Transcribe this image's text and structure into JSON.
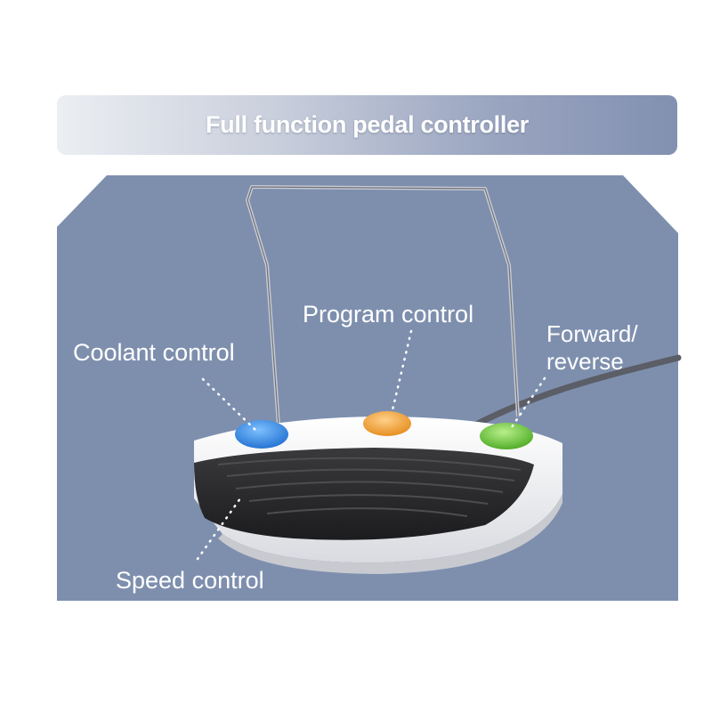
{
  "title": "Full function pedal controller",
  "labels": {
    "coolant": "Coolant control",
    "program": "Program control",
    "forward_line1": "Forward/",
    "forward_line2": "reverse",
    "speed": "Speed control"
  },
  "colors": {
    "background_panel": "#7e8fae",
    "coolant_button": "#3b8fe6",
    "program_button": "#f0a330",
    "forward_button": "#6cc83a",
    "pedal_top": "#2a2a2c",
    "pedal_base": "#f2f2f2"
  }
}
